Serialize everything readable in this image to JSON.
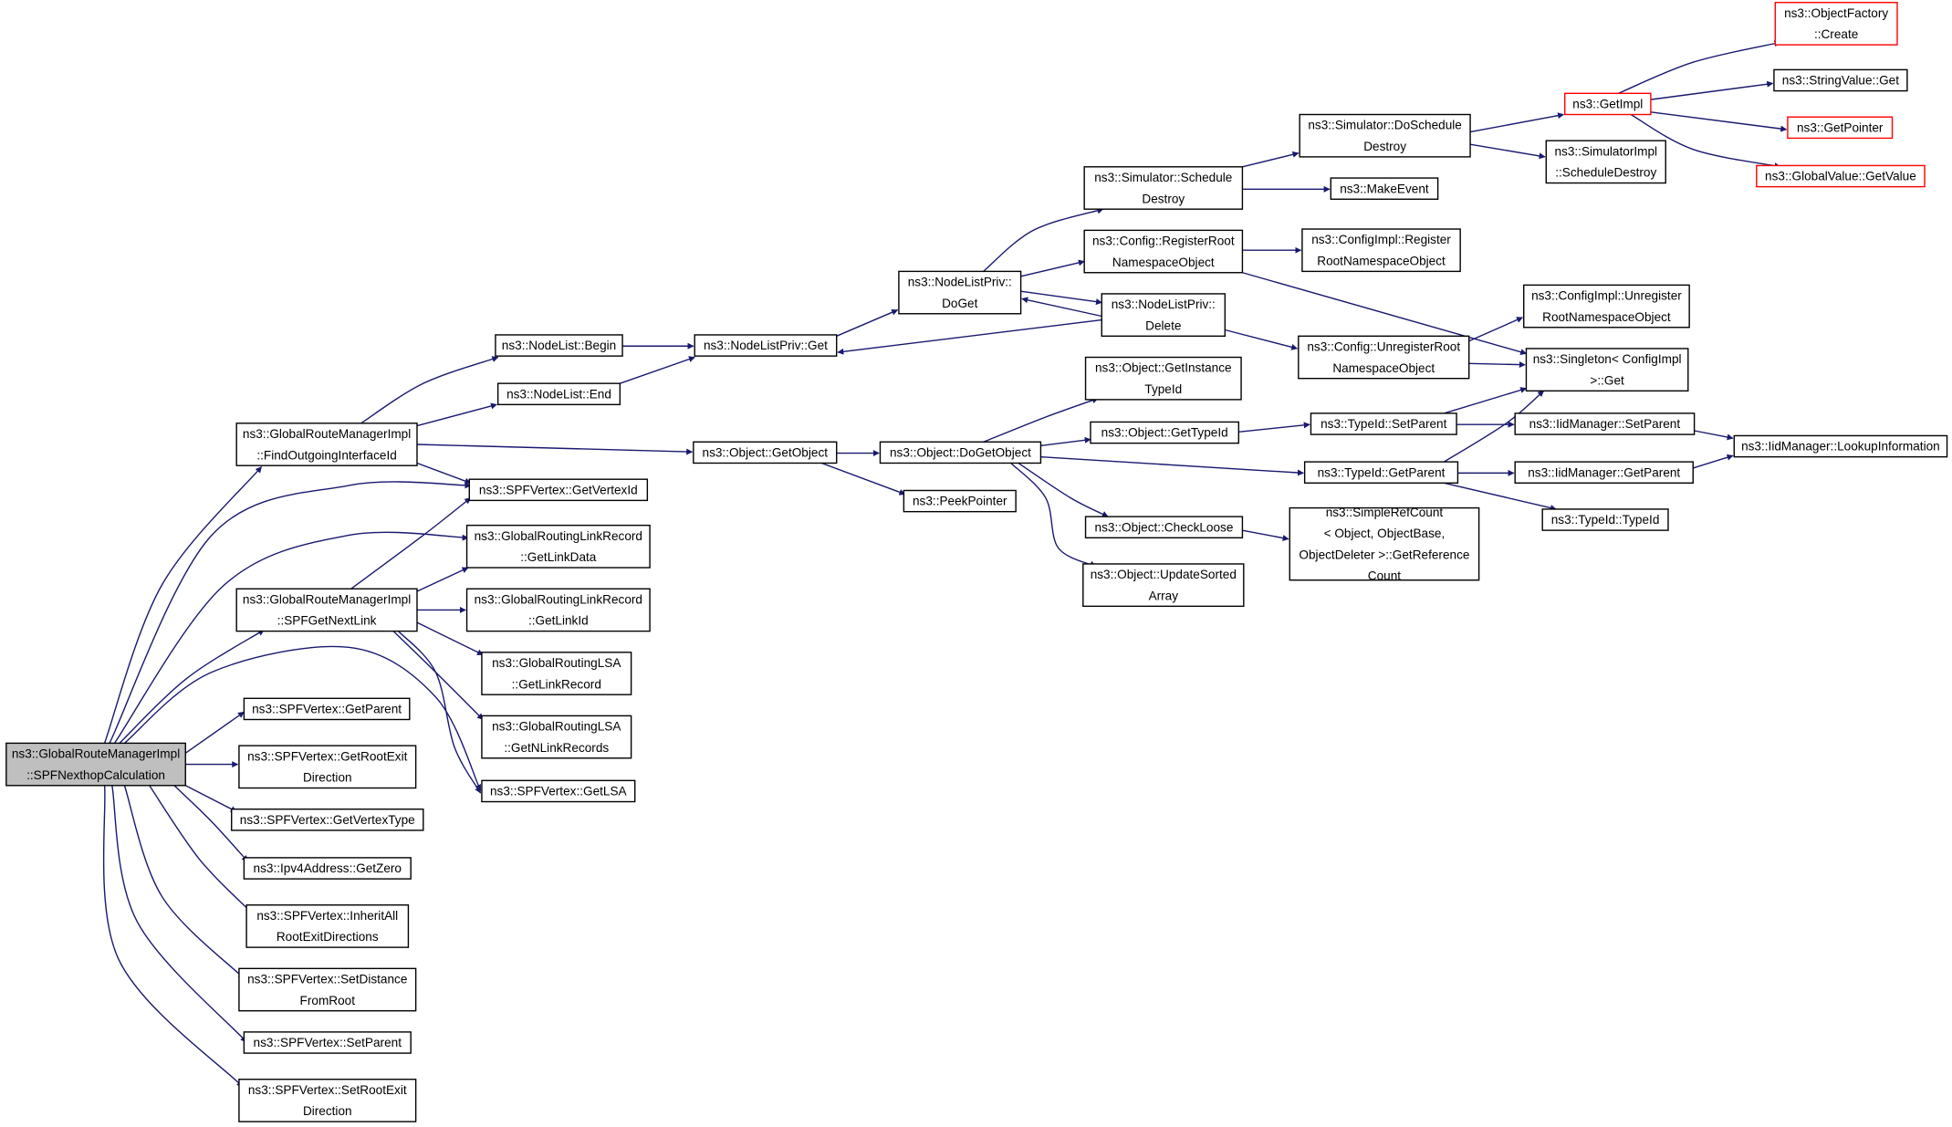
{
  "colors": {
    "edge": "#191970",
    "root_fill": "#bfbfbf",
    "node_fill": "#ffffff",
    "node_border": "#000000",
    "truncated_border": "#ff0000"
  },
  "nodes": [
    {
      "id": "root",
      "lines": [
        "ns3::GlobalRouteManagerImpl",
        "::SPFNexthopCalculation"
      ],
      "kind": "root"
    },
    {
      "id": "findOut",
      "lines": [
        "ns3::GlobalRouteManagerImpl",
        "::FindOutgoingInterfaceId"
      ]
    },
    {
      "id": "spfGetNextLink",
      "lines": [
        "ns3::GlobalRouteManagerImpl",
        "::SPFGetNextLink"
      ]
    },
    {
      "id": "getParentV",
      "lines": [
        "ns3::SPFVertex::GetParent"
      ]
    },
    {
      "id": "getRootExitDir",
      "lines": [
        "ns3::SPFVertex::GetRootExit",
        "Direction"
      ]
    },
    {
      "id": "getVertexType",
      "lines": [
        "ns3::SPFVertex::GetVertexType"
      ]
    },
    {
      "id": "ipv4GetZero",
      "lines": [
        "ns3::Ipv4Address::GetZero"
      ]
    },
    {
      "id": "inheritAll",
      "lines": [
        "ns3::SPFVertex::InheritAll",
        "RootExitDirections"
      ]
    },
    {
      "id": "setDistance",
      "lines": [
        "ns3::SPFVertex::SetDistance",
        "FromRoot"
      ]
    },
    {
      "id": "setParentV",
      "lines": [
        "ns3::SPFVertex::SetParent"
      ]
    },
    {
      "id": "setRootExit",
      "lines": [
        "ns3::SPFVertex::SetRootExit",
        "Direction"
      ]
    },
    {
      "id": "nlBegin",
      "lines": [
        "ns3::NodeList::Begin"
      ]
    },
    {
      "id": "nlEnd",
      "lines": [
        "ns3::NodeList::End"
      ]
    },
    {
      "id": "getVertexId",
      "lines": [
        "ns3::SPFVertex::GetVertexId"
      ]
    },
    {
      "id": "getLinkData",
      "lines": [
        "ns3::GlobalRoutingLinkRecord",
        "::GetLinkData"
      ]
    },
    {
      "id": "getLinkId",
      "lines": [
        "ns3::GlobalRoutingLinkRecord",
        "::GetLinkId"
      ]
    },
    {
      "id": "getLinkRecord",
      "lines": [
        "ns3::GlobalRoutingLSA",
        "::GetLinkRecord"
      ]
    },
    {
      "id": "getNLinkRecords",
      "lines": [
        "ns3::GlobalRoutingLSA",
        "::GetNLinkRecords"
      ]
    },
    {
      "id": "getLSA",
      "lines": [
        "ns3::SPFVertex::GetLSA"
      ]
    },
    {
      "id": "nlpGet",
      "lines": [
        "ns3::NodeListPriv::Get"
      ]
    },
    {
      "id": "objGetObject",
      "lines": [
        "ns3::Object::GetObject"
      ]
    },
    {
      "id": "nlpDoGet",
      "lines": [
        "ns3::NodeListPriv::",
        "DoGet"
      ]
    },
    {
      "id": "objDoGetObject",
      "lines": [
        "ns3::Object::DoGetObject"
      ]
    },
    {
      "id": "peekPointer",
      "lines": [
        "ns3::PeekPointer"
      ]
    },
    {
      "id": "simSchedDestroy",
      "lines": [
        "ns3::Simulator::Schedule",
        "Destroy"
      ]
    },
    {
      "id": "cfgRegRoot",
      "lines": [
        "ns3::Config::RegisterRoot",
        "NamespaceObject"
      ]
    },
    {
      "id": "nlpDelete",
      "lines": [
        "ns3::NodeListPriv::",
        "Delete"
      ]
    },
    {
      "id": "objGetInstTid",
      "lines": [
        "ns3::Object::GetInstance",
        "TypeId"
      ]
    },
    {
      "id": "objGetTypeId",
      "lines": [
        "ns3::Object::GetTypeId"
      ]
    },
    {
      "id": "objCheckLoose",
      "lines": [
        "ns3::Object::CheckLoose"
      ]
    },
    {
      "id": "objUpdateSorted",
      "lines": [
        "ns3::Object::UpdateSorted",
        "Array"
      ]
    },
    {
      "id": "simDoSchedDestroy",
      "lines": [
        "ns3::Simulator::DoSchedule",
        "Destroy"
      ]
    },
    {
      "id": "makeEvent",
      "lines": [
        "ns3::MakeEvent"
      ]
    },
    {
      "id": "cfgImplRegRoot",
      "lines": [
        "ns3::ConfigImpl::Register",
        "RootNamespaceObject"
      ]
    },
    {
      "id": "cfgUnregRoot",
      "lines": [
        "ns3::Config::UnregisterRoot",
        "NamespaceObject"
      ]
    },
    {
      "id": "tidSetParent",
      "lines": [
        "ns3::TypeId::SetParent"
      ]
    },
    {
      "id": "tidGetParent",
      "lines": [
        "ns3::TypeId::GetParent"
      ]
    },
    {
      "id": "simpleRefCount",
      "lines": [
        "ns3::SimpleRefCount",
        "< Object, ObjectBase,",
        "ObjectDeleter >::GetReference",
        "Count"
      ]
    },
    {
      "id": "getImpl",
      "lines": [
        "ns3::GetImpl"
      ],
      "kind": "truncated"
    },
    {
      "id": "simImplSchedDestroy",
      "lines": [
        "ns3::SimulatorImpl",
        "::ScheduleDestroy"
      ]
    },
    {
      "id": "cfgImplUnreg",
      "lines": [
        "ns3::ConfigImpl::Unregister",
        "RootNamespaceObject"
      ]
    },
    {
      "id": "singletonGet",
      "lines": [
        "ns3::Singleton< ConfigImpl",
        "  >::Get"
      ]
    },
    {
      "id": "iidSetParent",
      "lines": [
        "ns3::IidManager::SetParent"
      ]
    },
    {
      "id": "iidGetParent",
      "lines": [
        "ns3::IidManager::GetParent"
      ]
    },
    {
      "id": "tidTypeId",
      "lines": [
        "ns3::TypeId::TypeId"
      ]
    },
    {
      "id": "iidLookup",
      "lines": [
        "ns3::IidManager::LookupInformation"
      ]
    },
    {
      "id": "objFactoryCreate",
      "lines": [
        "ns3::ObjectFactory",
        "::Create"
      ],
      "kind": "truncated"
    },
    {
      "id": "strValueGet",
      "lines": [
        "ns3::StringValue::Get"
      ]
    },
    {
      "id": "getPointer",
      "lines": [
        "ns3::GetPointer"
      ],
      "kind": "truncated"
    },
    {
      "id": "gvGetValue",
      "lines": [
        "ns3::GlobalValue::GetValue"
      ],
      "kind": "truncated"
    }
  ]
}
